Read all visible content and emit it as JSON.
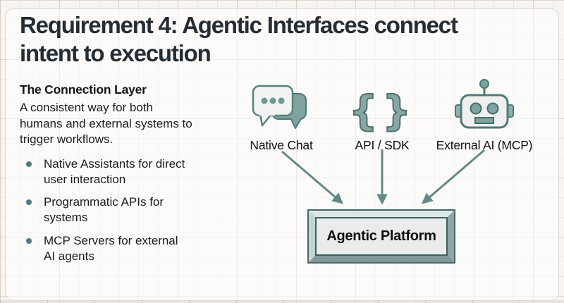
{
  "slide": {
    "title_line1": "Requirement 4: Agentic Interfaces connect",
    "title_line2": "intent to execution"
  },
  "left_panel": {
    "heading": "The Connection Layer",
    "description": "A consistent way for both humans and external systems to trigger workflows.",
    "bullets": [
      "Native Assistants for direct user interaction",
      "Programmatic APIs for systems",
      "MCP Servers for external AI agents"
    ]
  },
  "diagram": {
    "sources": [
      {
        "label": "Native Chat",
        "icon": "chat-bubbles-icon"
      },
      {
        "label": "API / SDK",
        "icon": "curly-braces-icon"
      },
      {
        "label": "External AI (MCP)",
        "icon": "robot-icon"
      }
    ],
    "brace_open": "{",
    "brace_close": "}",
    "platform_label": "Agentic Platform"
  },
  "colors": {
    "accent_teal": "#50706e",
    "teal_fill": "#86a8a6",
    "icon_light_fill": "#eef1f0",
    "arrow": "#618a88",
    "title_text": "#242d36",
    "bullet_dot": "#4e7b7b"
  }
}
